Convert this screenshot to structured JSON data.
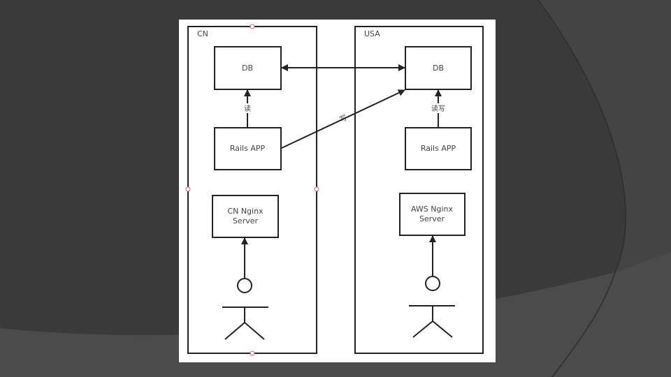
{
  "regions": [
    {
      "label": "CN"
    },
    {
      "label": "USA"
    }
  ],
  "cn": {
    "db": "DB",
    "app": "Rails APP",
    "nginx": [
      "CN Nginx",
      "Server"
    ],
    "app_to_db_label": "读"
  },
  "usa": {
    "db": "DB",
    "app": "Rails APP",
    "nginx": [
      "AWS Nginx",
      "Server"
    ],
    "app_to_db_label": "读写"
  },
  "cross_write_label": "写",
  "colors": {
    "background": "#3a3a3a",
    "panel": "#ffffff",
    "line": "#222222"
  }
}
